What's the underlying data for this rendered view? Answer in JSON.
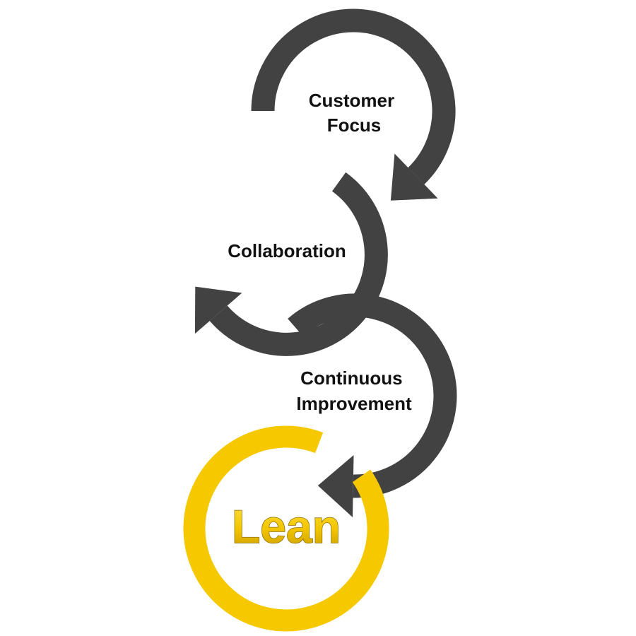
{
  "diagram": {
    "steps": [
      {
        "lines": [
          "Customer",
          "Focus"
        ]
      },
      {
        "lines": [
          "Collaboration"
        ]
      },
      {
        "lines": [
          "Continuous",
          "Improvement"
        ]
      }
    ],
    "result": {
      "label": "Lean"
    }
  },
  "colors": {
    "arrow": "#424242",
    "lean_ring": "#f5c800",
    "lean_text_fill": "#f2c500",
    "lean_text_stroke": "#8a6b00",
    "label_text": "#111111",
    "background": "#ffffff"
  }
}
